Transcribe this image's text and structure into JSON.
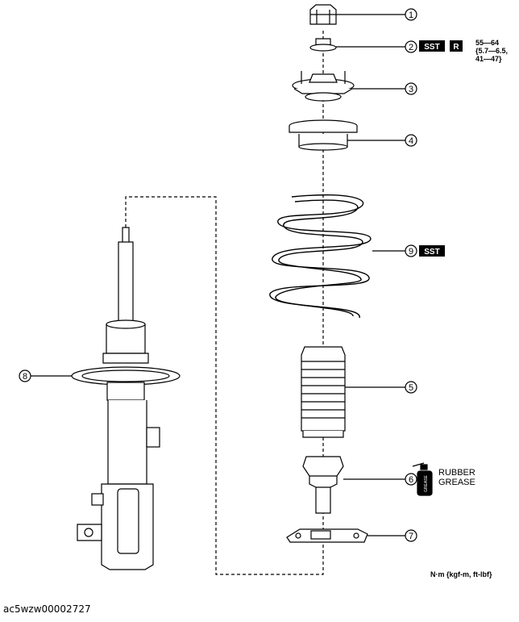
{
  "callouts": {
    "c1": "1",
    "c2": "2",
    "c3": "3",
    "c4": "4",
    "c5": "5",
    "c6": "6",
    "c7": "7",
    "c8": "8",
    "c9": "9"
  },
  "badges": {
    "sst": "SST",
    "r": "R"
  },
  "torque": {
    "line1": "55—64",
    "line2": "{5.7—6.5,",
    "line3": "41—47}"
  },
  "grease": {
    "line1": "RUBBER",
    "line2": "GREASE",
    "can_label": "GREASE"
  },
  "units": "N·m {kgf-m, ft-lbf}",
  "image_code": "ac5wzw00002727"
}
